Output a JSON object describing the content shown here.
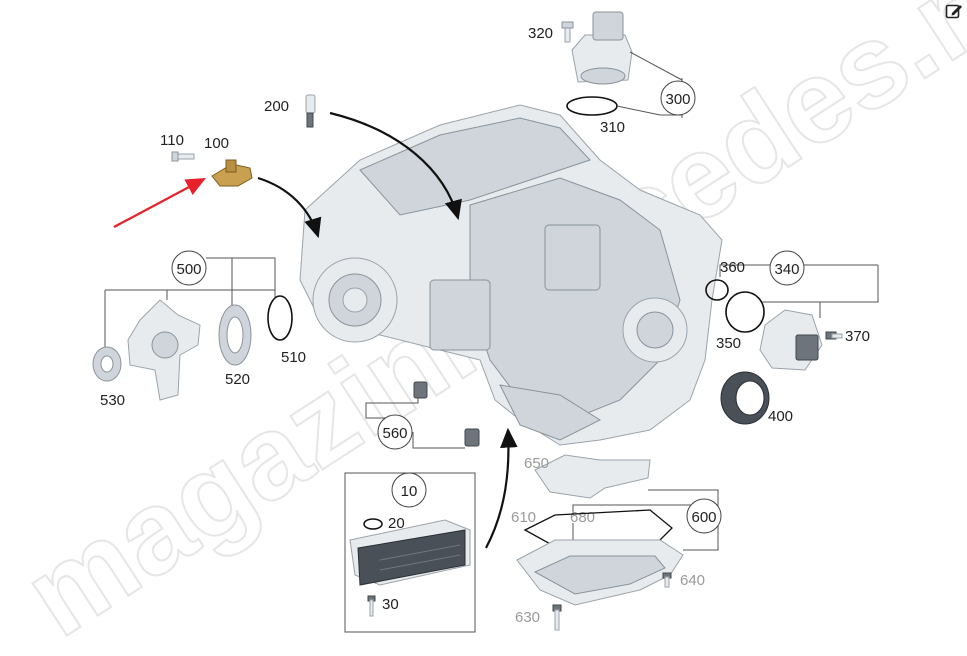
{
  "watermark": "magazinmercedes.ru",
  "colors": {
    "arrow_highlight": "#e8202a",
    "flow_arrow": "#111111",
    "leader": "#555555"
  },
  "toolbar": {
    "edit_icon": "edit-icon"
  },
  "callouts": {
    "c100": "100",
    "c110": "110",
    "c200": "200",
    "c300": "300",
    "c310": "310",
    "c320": "320",
    "c340": "340",
    "c350": "350",
    "c360": "360",
    "c370": "370",
    "c400": "400",
    "c500": "500",
    "c510": "510",
    "c520": "520",
    "c530": "530",
    "c560": "560",
    "c10": "10",
    "c20": "20",
    "c30": "30",
    "c600": "600",
    "c610": "610",
    "c630": "630",
    "c640": "640",
    "c650": "650",
    "c680": "680"
  }
}
